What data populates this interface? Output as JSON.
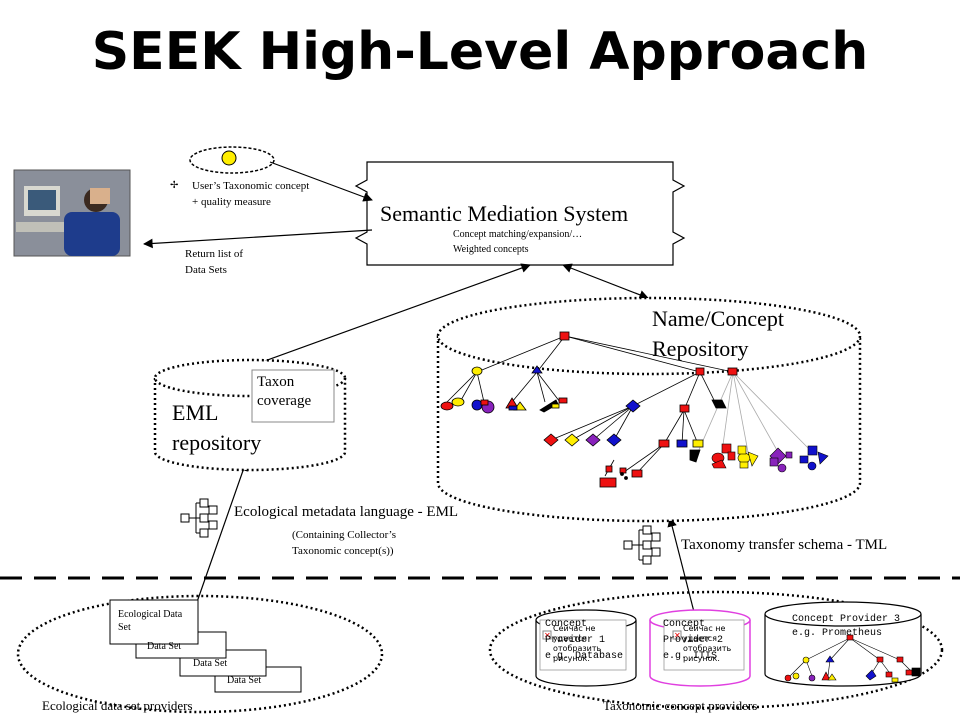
{
  "title": "SEEK High-Level Approach",
  "user_query_label": "User’s Taxonomic concept + quality measure",
  "return_label": "Return list of Data Sets",
  "sms": {
    "title": "Semantic Mediation System",
    "line1": "Concept matching/expansion/…",
    "line2": "Weighted concepts"
  },
  "name_repo": "Name/Concept Repository",
  "eml_repo": "EML repository",
  "taxon_coverage": "Taxon coverage",
  "eml_language": "Ecological metadata language - EML",
  "eml_containing": "(Containing Collector’s Taxonomic concept(s))",
  "taxonomy_transfer": "Taxonomy transfer schema - TML",
  "data_sets": [
    "Ecological Data Set",
    "Data Set",
    "Data Set",
    "Data Set"
  ],
  "eco_providers_label": "Ecological data set providers",
  "tax_providers_label": "Taxonomic concept providers",
  "providers": [
    {
      "name": "Concept Provider 1 e.g. Database",
      "error_text": "Сейчас не удается отобразить рисунок."
    },
    {
      "name": "Concept Provider 2 e.g. ITIS",
      "error_text": "Сейчас не удается отобразить рисунок."
    },
    {
      "name": "Concept Provider 3 e.g. Prometheus"
    }
  ],
  "colors": {
    "red": "#ee1111",
    "yellow": "#ffee00",
    "blue": "#1111cc",
    "purple": "#8822bb",
    "black": "#000000",
    "provider2_border": "#e040e0"
  }
}
